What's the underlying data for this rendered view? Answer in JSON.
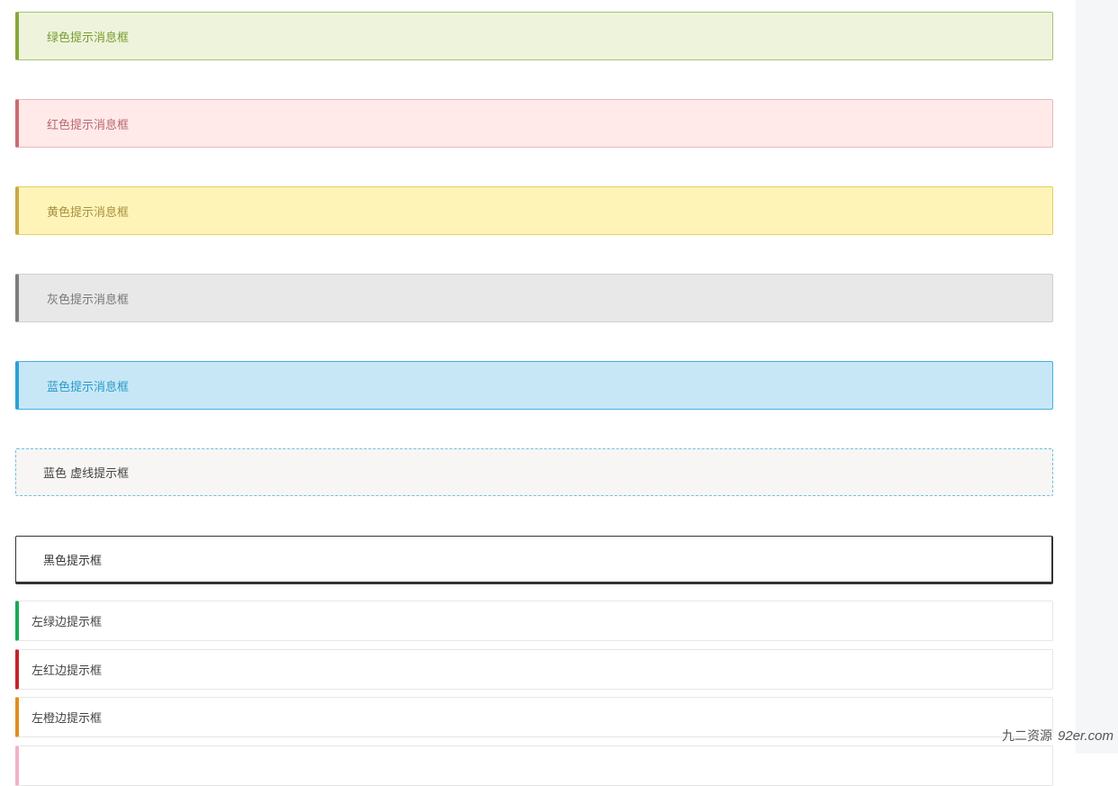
{
  "message_boxes": [
    {
      "key": "green",
      "text": "绿色提示消息框"
    },
    {
      "key": "red",
      "text": "红色提示消息框"
    },
    {
      "key": "yellow",
      "text": "黄色提示消息框"
    },
    {
      "key": "gray",
      "text": "灰色提示消息框"
    },
    {
      "key": "blue",
      "text": "蓝色提示消息框"
    },
    {
      "key": "dashed",
      "text": "蓝色 虚线提示框"
    },
    {
      "key": "black",
      "text": "黑色提示框"
    }
  ],
  "side_boxes": [
    {
      "key": "green",
      "text": "左绿边提示框"
    },
    {
      "key": "red",
      "text": "左红边提示框"
    },
    {
      "key": "orange",
      "text": "左橙边提示框"
    },
    {
      "key": "pink",
      "text": ""
    }
  ],
  "watermark": {
    "cn": "九二资源",
    "site": "92er.com"
  },
  "colors": {
    "green": "#85a83a",
    "red": "#cc6b72",
    "yellow": "#c9a948",
    "gray": "#7d7d7d",
    "blue": "#2aa3d6",
    "dashed_border": "#6bbfe0",
    "black": "#333333",
    "side_green": "#1aaa55",
    "side_red": "#c7232a",
    "side_orange": "#e18e1c",
    "side_pink": "#f3b1c9"
  }
}
